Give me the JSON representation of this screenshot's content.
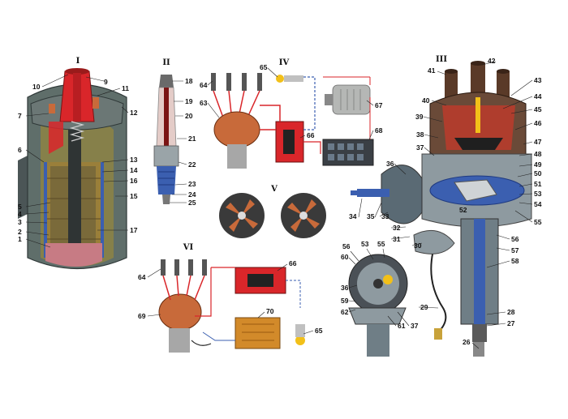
{
  "sections": {
    "coil": "I",
    "plug": "II",
    "contact_circuit": "IV",
    "distributor": "III",
    "cam": "V",
    "electronic_circuit": "VI"
  },
  "labels": {
    "n1": "1",
    "n2": "2",
    "n3": "3",
    "n4": "4",
    "n5": "5",
    "n6": "6",
    "n7": "7",
    "n9": "9",
    "n10": "10",
    "n11": "11",
    "n12": "12",
    "n13": "13",
    "n14": "14",
    "n15": "15",
    "n16": "16",
    "n17": "17",
    "n18": "18",
    "n19": "19",
    "n20": "20",
    "n21": "21",
    "n22": "22",
    "n23": "23",
    "n24": "24",
    "n25": "25",
    "n26": "26",
    "n27": "27",
    "n28": "28",
    "n29": "29",
    "n30": "30",
    "n31": "31",
    "n32": "32",
    "n33": "33",
    "n34": "34",
    "n35": "35",
    "n36": "36",
    "n36b": "36",
    "n37": "37",
    "n37b": "37",
    "n38": "38",
    "n39": "39",
    "n40": "40",
    "n41": "41",
    "n42": "42",
    "n43": "43",
    "n44": "44",
    "n45": "45",
    "n46": "46",
    "n47": "47",
    "n48": "48",
    "n49": "49",
    "n50": "50",
    "n51": "51",
    "n52": "52",
    "n53": "53",
    "n53b": "53",
    "n54": "54",
    "n55": "55",
    "n55b": "55",
    "n56": "56",
    "n56b": "56",
    "n57": "57",
    "n58": "58",
    "n59": "59",
    "n60": "60",
    "n61": "61",
    "n62": "62",
    "n63": "63",
    "n64": "64",
    "n64b": "64",
    "n65": "65",
    "n65b": "65",
    "n66": "66",
    "n66b": "66",
    "n67": "67",
    "n68": "68",
    "n69": "69",
    "n70": "70"
  },
  "colors": {
    "coil_body": "#5f6e6a",
    "coil_core": "#7a6a3a",
    "hv_red": "#d9262a",
    "copper": "#c86a3a",
    "steel": "#8e9aa0",
    "blue_housing": "#3b5fb0"
  }
}
